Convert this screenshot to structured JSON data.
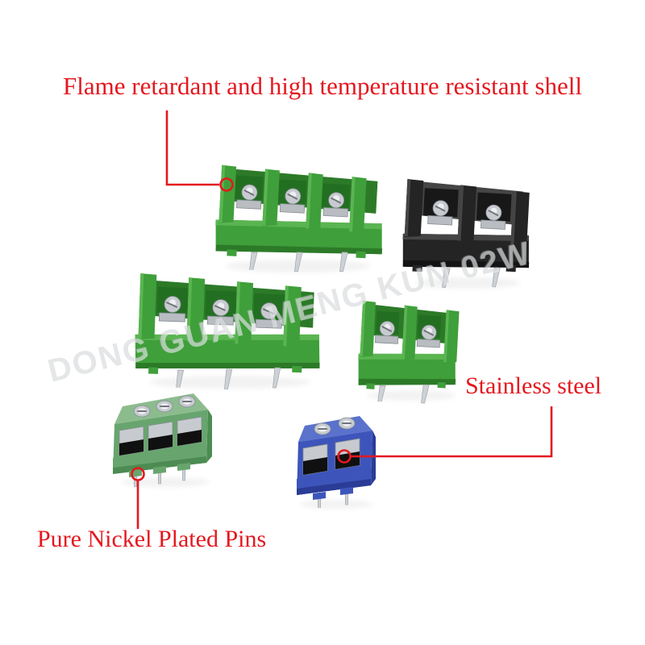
{
  "annotations": {
    "top_label": "Flame retardant and high temperature resistant shell",
    "right_label": "Stainless steel",
    "bottom_label": "Pure Nickel Plated Pins"
  },
  "watermark": {
    "text": "DONG GUAN MENG KUN 02W"
  },
  "products": [
    {
      "id": "barrier-green-3pos-top",
      "type": "barrier-terminal-block",
      "positions": 3,
      "pins": 3,
      "color_name": "green"
    },
    {
      "id": "barrier-black-2pos",
      "type": "barrier-terminal-block",
      "positions": 2,
      "pins": 2,
      "color_name": "black"
    },
    {
      "id": "barrier-green-3pos-middle",
      "type": "barrier-terminal-block",
      "positions": 3,
      "pins": 3,
      "color_name": "green"
    },
    {
      "id": "barrier-green-2pos",
      "type": "barrier-terminal-block",
      "positions": 2,
      "pins": 2,
      "color_name": "green"
    },
    {
      "id": "screw-green-3pos",
      "type": "pcb-screw-terminal-block",
      "positions": 3,
      "pins": 3,
      "color_name": "green"
    },
    {
      "id": "screw-blue-2pos",
      "type": "pcb-screw-terminal-block",
      "positions": 2,
      "pins": 2,
      "color_name": "blue"
    }
  ],
  "colors": {
    "annotation_red": "#e4181f",
    "barrier_green": "#3f9f3a",
    "barrier_green_dark": "#2c7a28",
    "barrier_green_light": "#5ab551",
    "block_black": "#242424",
    "screw_green": "#68a56e",
    "screw_green_dark": "#4c8c52",
    "screw_blue": "#3d55bb",
    "screw_blue_dark": "#2a3c96",
    "metal": "#c7cbd0",
    "watermark_gray": "#b7bcbf"
  }
}
